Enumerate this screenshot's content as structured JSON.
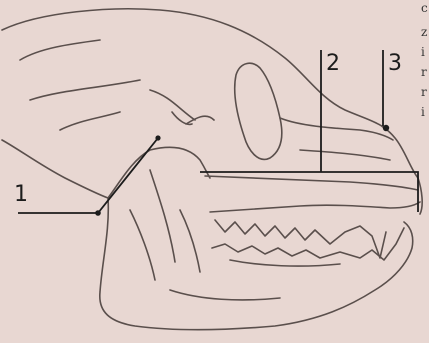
{
  "colors": {
    "background": "#e8d7d2",
    "outline": "#5a4f4c",
    "leader": "#1c1c1c",
    "label": "#1c1c1c"
  },
  "diagram": {
    "subject": "skull-side-view",
    "callouts": [
      {
        "id": "1",
        "label": "1"
      },
      {
        "id": "2",
        "label": "2"
      },
      {
        "id": "3",
        "label": "3"
      }
    ],
    "edge_fragments": [
      "c",
      "z",
      "i",
      "r",
      "r",
      "i"
    ]
  }
}
